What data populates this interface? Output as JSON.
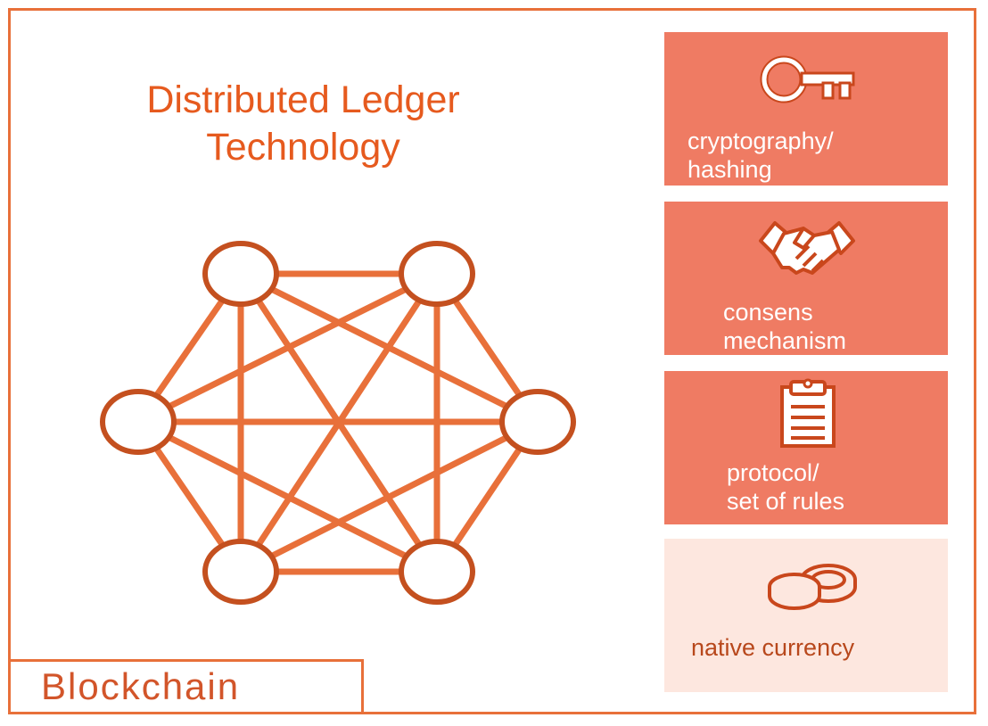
{
  "title": {
    "line1": "Distributed Ledger",
    "line2": "Technology"
  },
  "cards": [
    {
      "icon": "key-icon",
      "line1": "cryptography/",
      "line2": "hashing"
    },
    {
      "icon": "handshake-icon",
      "line1": "consens",
      "line2": "mechanism"
    },
    {
      "icon": "clipboard-icon",
      "line1": "protocol/",
      "line2": "set of rules"
    },
    {
      "icon": "coins-icon",
      "line1": "native currency",
      "line2": ""
    }
  ],
  "badge": {
    "label": "Blockchain"
  },
  "colors": {
    "accent": "#e8703a",
    "node": "#c4501f",
    "card": "#ef7b63",
    "card_light": "#fde7df"
  },
  "network": {
    "nodes": 6,
    "fully_connected": true
  }
}
